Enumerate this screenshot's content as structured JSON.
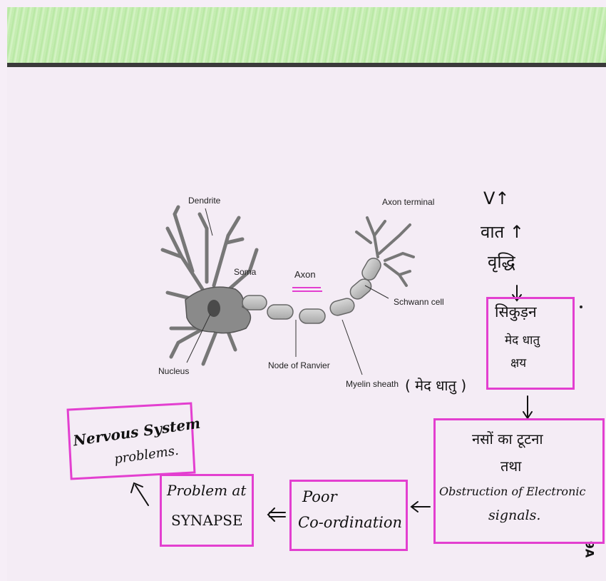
{
  "diagram": {
    "labels": {
      "dendrite": "Dendrite",
      "axon_terminal": "Axon terminal",
      "soma": "Soma",
      "axon": "Axon",
      "schwann_cell": "Schwann cell",
      "nucleus": "Nucleus",
      "node_of_ranvier": "Node of Ranvier",
      "myelin_sheath": "Myelin sheath"
    },
    "annotations": {
      "myelin_hindi": "( मेद धातु )",
      "v_up": "V↑",
      "vata_up": "वात ↑",
      "vriddhi": "वृद्धि",
      "page_number": "9A"
    },
    "flow": {
      "box1_line1": "सिकुड़न",
      "box1_line2": "मेद धातु",
      "box1_line3": "क्षय",
      "box2_line1": "नसों का टूटना",
      "box2_line2": "तथा",
      "box2_line3": "Obstruction of Electronic",
      "box2_line4": "signals.",
      "box3_line1": "Poor",
      "box3_line2": "Co-ordination",
      "box4_line1": "Problem at",
      "box4_line2": "SYNAPSE",
      "box5_line1": "Nervous System",
      "box5_line2": "problems."
    },
    "colors": {
      "box_border": "#e33fd0",
      "axon_underline": "#e33fd0",
      "neuron_fill": "#8a8a8a",
      "band": "#c4edb0"
    }
  }
}
